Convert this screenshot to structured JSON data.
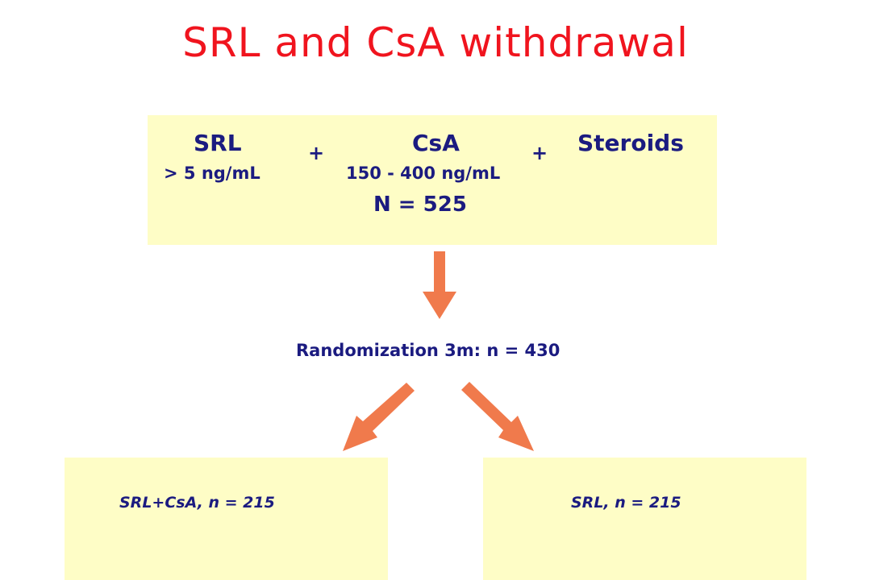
{
  "title": "SRL and CsA withdrawal",
  "top_box": {
    "drug1": "SRL",
    "drug1_level": "> 5 ng/mL",
    "plus1": "+",
    "drug2": "CsA",
    "drug2_level": "150 - 400 ng/mL",
    "plus2": "+",
    "drug3": "Steroids",
    "n_total": "N = 525"
  },
  "randomization": "Randomization 3m: n = 430",
  "left_arm": "SRL+CsA, n = 215",
  "right_arm": "SRL, n = 215",
  "colors": {
    "title": "#f0141e",
    "text": "#1b1b80",
    "box_fill": "#fefdc6",
    "arrow": "#f07a4c"
  }
}
